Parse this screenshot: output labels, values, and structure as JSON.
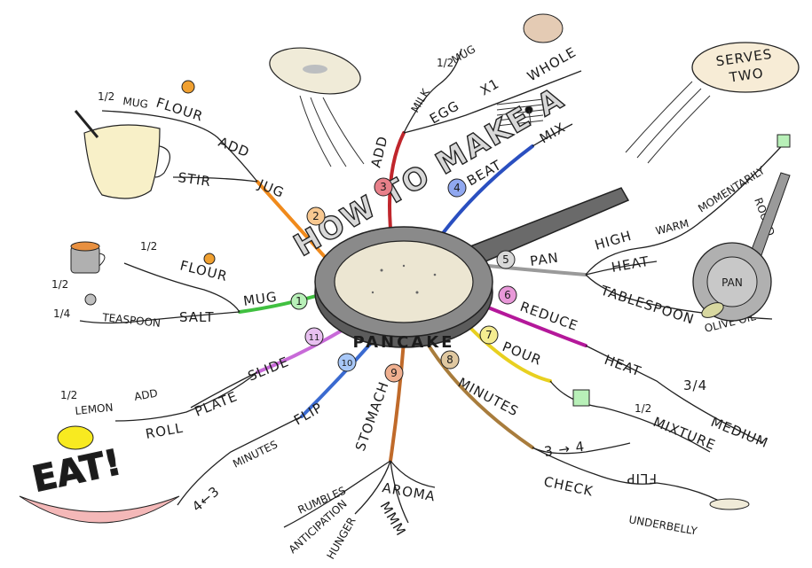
{
  "center": {
    "title_top": "HOW TO MAKE A",
    "title_bottom": "PANCAKE"
  },
  "serves": {
    "line1": "SERVES",
    "line2": "TWO"
  },
  "branches": [
    {
      "number": "1",
      "color": "#40c040",
      "main": "MUG",
      "sub": [
        "FLOUR",
        "SALT",
        "TEASPOON",
        "1/2",
        "1/2",
        "1/4"
      ]
    },
    {
      "number": "2",
      "color": "#f08a1c",
      "main": "JUG",
      "sub": [
        "STIR",
        "ADD",
        "FLOUR",
        "MUG",
        "1/2"
      ]
    },
    {
      "number": "3",
      "color": "#c0262c",
      "main": "ADD",
      "sub": [
        "EGG",
        "X1",
        "WHOLE",
        "MILK",
        "1/2",
        "MUG"
      ]
    },
    {
      "number": "4",
      "color": "#2a4fc0",
      "main": "BEAT",
      "sub": [
        "MIX"
      ]
    },
    {
      "number": "5",
      "color": "#9a9a9a",
      "main": "PAN",
      "sub": [
        "HEAT",
        "HIGH",
        "WARM",
        "MOMENTARILY",
        "TABLESPOON",
        "OLIVE OIL",
        "ROUND",
        "PAN"
      ]
    },
    {
      "number": "6",
      "color": "#b4189a",
      "main": "REDUCE",
      "sub": [
        "HEAT",
        "3/4",
        "MEDIUM"
      ]
    },
    {
      "number": "7",
      "color": "#e8d020",
      "main": "POUR",
      "sub": [
        "1/2",
        "MIXTURE"
      ]
    },
    {
      "number": "8",
      "color": "#a87c3c",
      "main": "MINUTES",
      "sub": [
        "3 → 4",
        "CHECK",
        "FLIP",
        "UNDERBELLY"
      ]
    },
    {
      "number": "9",
      "color": "#c06a2a",
      "main": "STOMACH",
      "sub": [
        "AROMA",
        "MMM",
        "RUMBLES",
        "ANTICIPATION",
        "HUNGER"
      ]
    },
    {
      "number": "10",
      "color": "#3a6ad0",
      "main": "FLIP",
      "sub": [
        "MINUTES",
        "4←3"
      ]
    },
    {
      "number": "11",
      "color": "#c86ad8",
      "main": "SLIDE",
      "sub": [
        "PLATE",
        "ROLL",
        "ADD",
        "LEMON",
        "1/2",
        "EAT!"
      ]
    }
  ]
}
